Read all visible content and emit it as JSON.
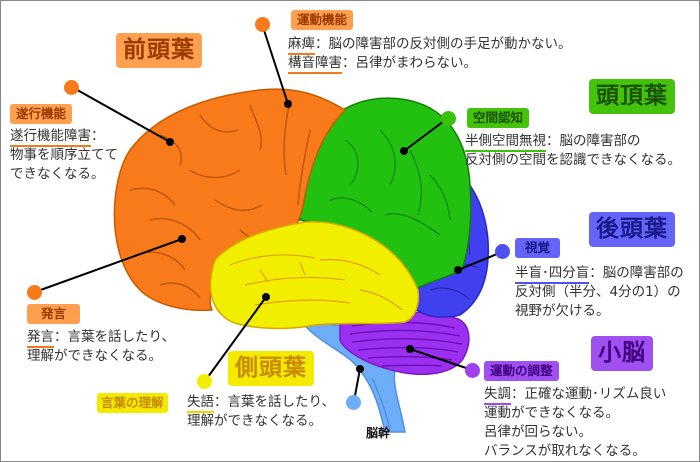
{
  "colors": {
    "frontal": "#f87a1a",
    "frontal_label_bg": "#ffa050",
    "frontal_label_text": "#9a3a00",
    "parietal": "#22c010",
    "parietal_label_bg": "#44c20c",
    "parietal_label_text": "#1a5200",
    "occipital": "#4040f0",
    "occipital_label_bg": "#6464f8",
    "occipital_label_text": "#1a1a8a",
    "temporal": "#f2ee00",
    "temporal_label_bg": "#f4ea00",
    "temporal_label_text": "#c88a00",
    "cerebellum": "#9b30f0",
    "cerebellum_label_bg": "#a050f0",
    "cerebellum_label_text": "#400080",
    "brainstem": "#6eaef8"
  },
  "lobes": {
    "frontal": {
      "title": "前頭葉",
      "functions": [
        {
          "tag": "運動機能",
          "lines": [
            {
              "term": "麻痺",
              "rest": "：脳の障害部の反対側の手足が動かない。"
            },
            {
              "term": "構音障害",
              "rest": "：呂律がまわらない。"
            }
          ]
        },
        {
          "tag": "遂行機能",
          "lines": [
            {
              "term": "遂行機能障害",
              "rest": "："
            },
            {
              "term": "",
              "rest": "物事を順序立てて"
            },
            {
              "term": "",
              "rest": "できなくなる。"
            }
          ]
        },
        {
          "tag": "発言",
          "lines": [
            {
              "term": "発言",
              "rest": "：言葉を話したり、"
            },
            {
              "term": "",
              "rest": "理解ができなくなる。"
            }
          ]
        }
      ]
    },
    "parietal": {
      "title": "頭頂葉",
      "functions": [
        {
          "tag": "空間認知",
          "lines": [
            {
              "term": "半側空間無視",
              "rest": "：脳の障害部の"
            },
            {
              "term": "",
              "rest": "反対側の空間を認識できなくなる。"
            }
          ]
        }
      ]
    },
    "occipital": {
      "title": "後頭葉",
      "functions": [
        {
          "tag": "視覚",
          "lines": [
            {
              "term": "半盲･四分盲",
              "rest": "：脳の障害部の"
            },
            {
              "term": "",
              "rest": "反対側（半分、4分の1）の"
            },
            {
              "term": "",
              "rest": "視野が欠ける。"
            }
          ]
        }
      ]
    },
    "temporal": {
      "title": "側頭葉",
      "functions": [
        {
          "tag": "言葉の理解",
          "lines": [
            {
              "term": "失語",
              "rest": "：言葉を話したり、"
            },
            {
              "term": "",
              "rest": "理解ができなくなる。"
            }
          ]
        }
      ]
    },
    "cerebellum": {
      "title": "小脳",
      "functions": [
        {
          "tag": "運動の調整",
          "lines": [
            {
              "term": "失調",
              "rest": "：正確な運動･リズム良い"
            },
            {
              "term": "",
              "rest": "運動ができなくなる。"
            },
            {
              "term": "",
              "rest": "呂律が回らない。"
            },
            {
              "term": "",
              "rest": "バランスが取れなくなる。"
            }
          ]
        }
      ]
    },
    "brainstem": {
      "title": "脳幹"
    }
  }
}
